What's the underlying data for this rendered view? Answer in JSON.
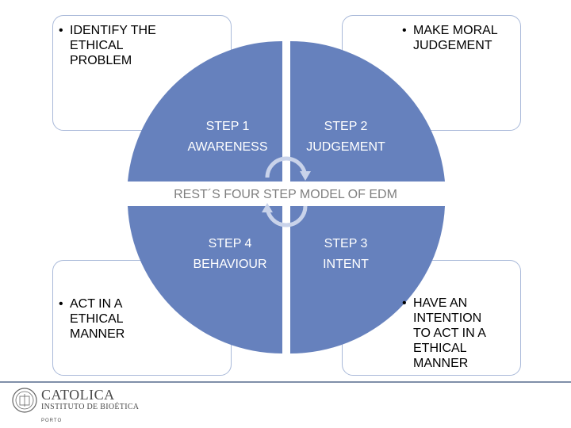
{
  "diagram": {
    "center_label": "REST´S FOUR STEP MODEL OF EDM",
    "colors": {
      "quadrant": "#6681bd",
      "box_border": "#a9b9d9",
      "label": "#7f7f7f",
      "arrow": "#c9d3ea"
    },
    "steps": [
      {
        "step": "STEP 1",
        "name": "AWARENESS",
        "note": "IDENTIFY THE\nETHICAL\nPROBLEM"
      },
      {
        "step": "STEP 2",
        "name": "JUDGEMENT",
        "note": "MAKE MORAL\nJUDGEMENT"
      },
      {
        "step": "STEP 3",
        "name": "INTENT",
        "note": "HAVE AN\nINTENTION\nTO ACT IN A\nETHICAL\nMANNER"
      },
      {
        "step": "STEP 4",
        "name": "BEHAVIOUR",
        "note": "ACT IN A\nETHICAL\nMANNER"
      }
    ],
    "bullet": "•"
  },
  "footer": {
    "logo_line1": "CATOLICA",
    "logo_line2": "INSTITUTO DE BIOÉTICA",
    "logo_line3": "PORTO"
  }
}
